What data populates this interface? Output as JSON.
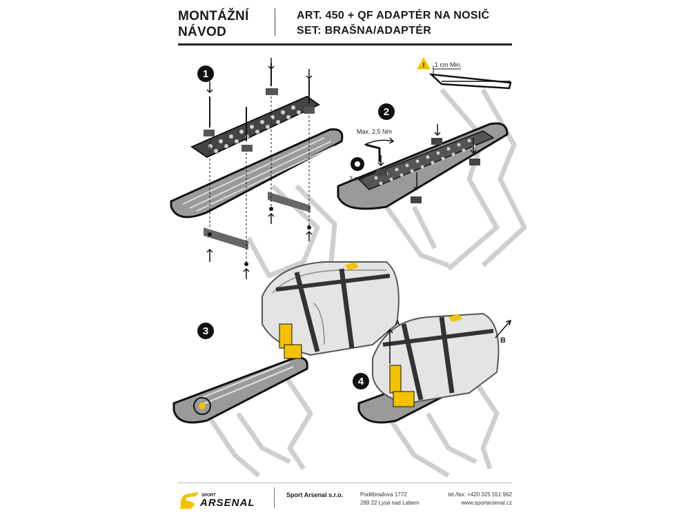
{
  "header": {
    "title_line1": "MONTÁŽNÍ",
    "title_line2": "NÁVOD",
    "product_line1": "ART. 450 + QF ADAPTÉR NA NOSIČ",
    "product_line2": "SET: BRAŠNA/ADAPTÉR"
  },
  "steps": {
    "s1": "1",
    "s2": "2",
    "s3": "3",
    "s4": "4"
  },
  "labels": {
    "min_gap": "1 cm Min.",
    "torque": "Max. 2,5 Nm",
    "hex_size": "3 mm",
    "arrow_a": "A",
    "arrow_b": "B"
  },
  "footer": {
    "company": "Sport Arsenal s.r.o.",
    "address_line1": "Poděbradova 1772",
    "address_line2": "289 22 Lysá nad Labem",
    "phone": "tel./fax: +420 325 551 962",
    "web": "www.sportarsenal.cz",
    "logo_small": "SPORT",
    "logo_main": "ARSENAL"
  },
  "colors": {
    "accent_yellow": "#f2c200",
    "ink": "#1a1a1a",
    "frame_grey": "#c9c9c9",
    "bag_grey": "#e4e4e4"
  }
}
